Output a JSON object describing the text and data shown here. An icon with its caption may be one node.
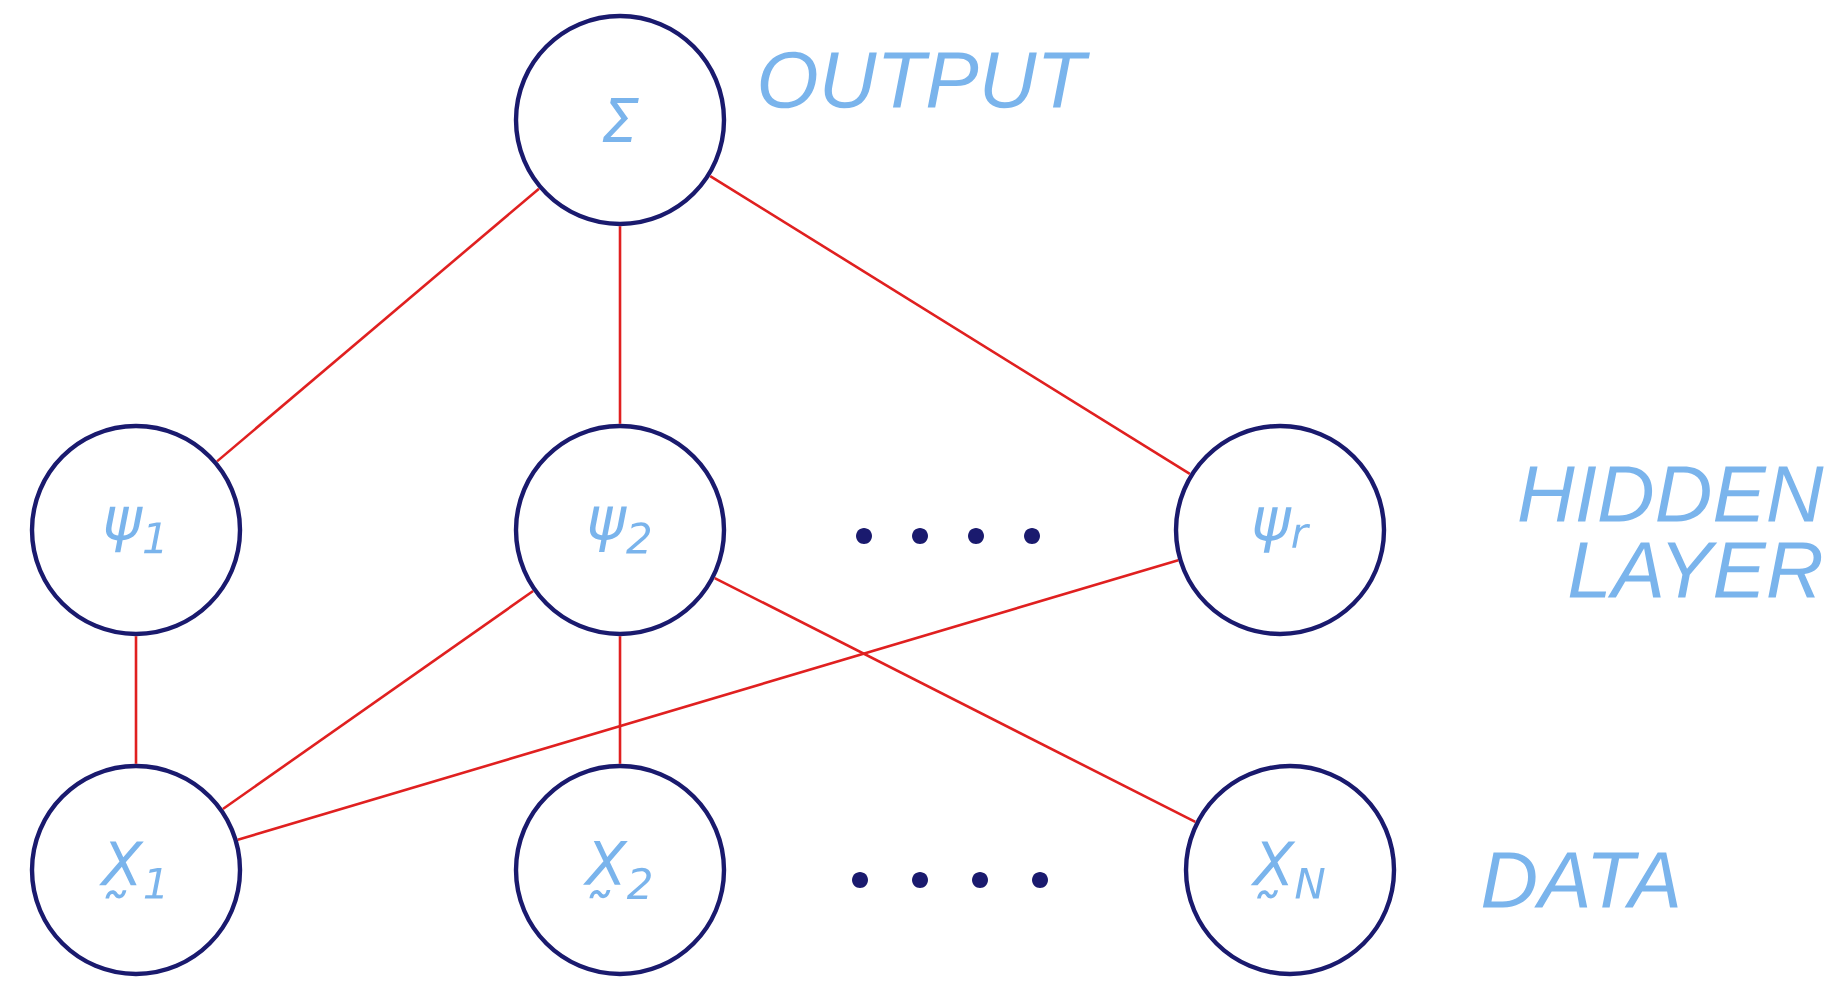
{
  "diagram": {
    "nodes": [
      {
        "text": [
          "Σ"
        ]
      },
      {
        "text": [
          "ψ$_{1}$"
        ]
      },
      {
        "text": [
          "ψ$_{2}$"
        ]
      },
      {
        "text": [
          "ψ$_{r}$"
        ]
      },
      {
        "text": [
          "X̰$_{1}$"
        ]
      },
      {
        "text": [
          "X̰$_{2}$"
        ]
      },
      {
        "text": [
          "X̰$_{N}$"
        ]
      }
    ],
    "edges": [
      {
        "from": 0,
        "to": 1,
        "arrow": "none"
      },
      {
        "from": 0,
        "to": 2,
        "arrow": "none"
      },
      {
        "from": 0,
        "to": 3,
        "arrow": "none"
      },
      {
        "from": 1,
        "to": 4,
        "arrow": "none"
      },
      {
        "from": 2,
        "to": 4,
        "arrow": "none"
      },
      {
        "from": 2,
        "to": 5,
        "arrow": "none"
      },
      {
        "from": 2,
        "to": 6,
        "arrow": "none"
      },
      {
        "from": 3,
        "to": 4,
        "arrow": "none"
      }
    ],
    "labels": [
      "OUTPUT",
      "HIDDEN LAYER",
      "DATA"
    ]
  }
}
